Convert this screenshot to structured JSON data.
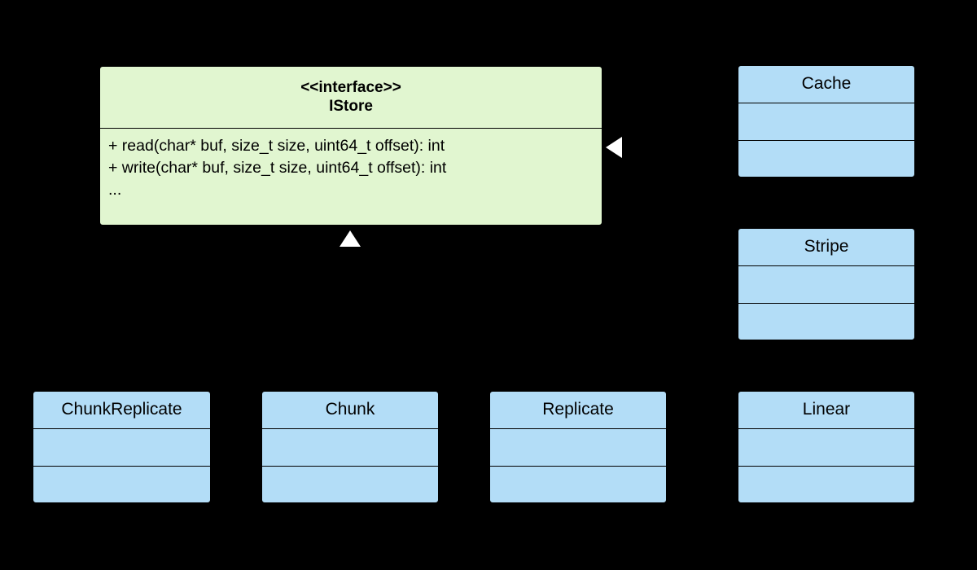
{
  "diagram": {
    "type": "uml-class-diagram",
    "background_color": "#000000",
    "interface_fill": "#e1f6d0",
    "class_fill": "#b3ddf7",
    "stroke_color": "#000000",
    "arrow_fill": "#ffffff"
  },
  "interface": {
    "stereotype": "<<interface>>",
    "name": "IStore",
    "operations": [
      "+ read(char* buf, size_t size, uint64_t offset): int",
      "+ write(char* buf, size_t size, uint64_t offset): int",
      "..."
    ]
  },
  "classes": [
    {
      "id": "cache",
      "name": "Cache"
    },
    {
      "id": "stripe",
      "name": "Stripe"
    },
    {
      "id": "chunkreplicate",
      "name": "ChunkReplicate"
    },
    {
      "id": "chunk",
      "name": "Chunk"
    },
    {
      "id": "replicate",
      "name": "Replicate"
    },
    {
      "id": "linear",
      "name": "Linear"
    }
  ],
  "connectors": [
    {
      "id": "realization-up",
      "glyph": "triangle-up",
      "target": "IStore"
    },
    {
      "id": "realization-left",
      "glyph": "triangle-left",
      "target": "IStore"
    }
  ]
}
